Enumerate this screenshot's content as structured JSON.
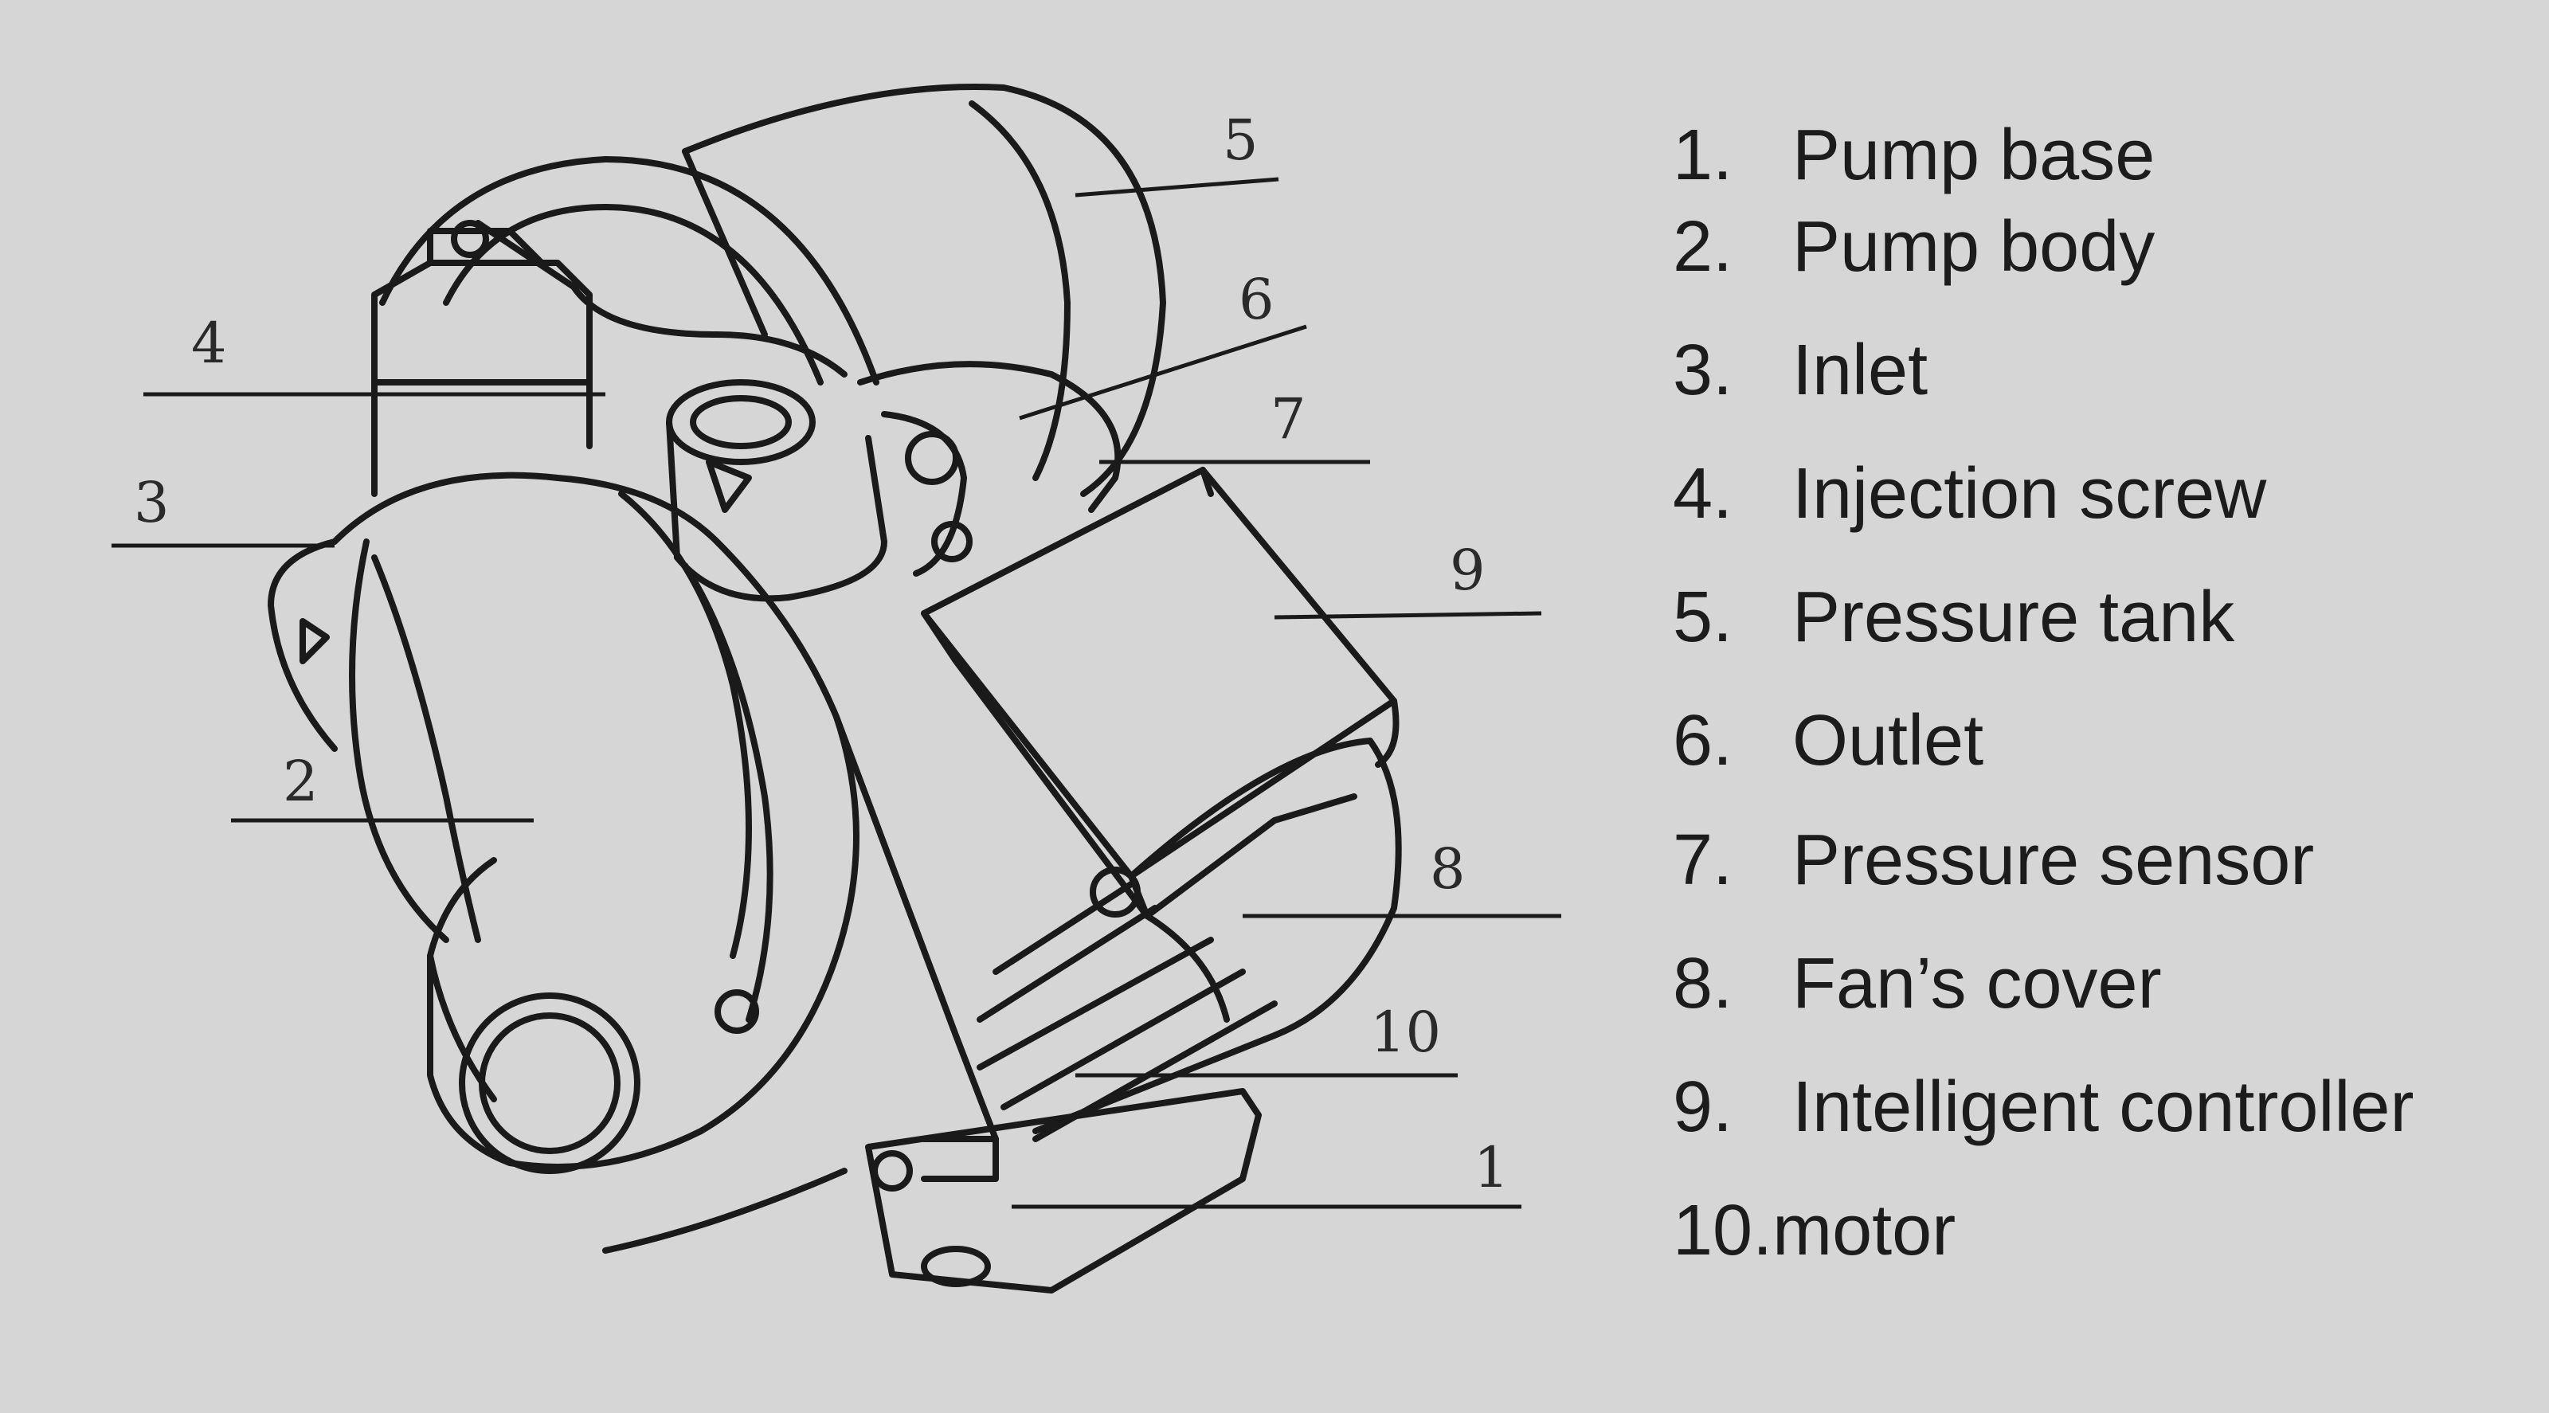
{
  "callouts": [
    "1",
    "2",
    "3",
    "4",
    "5",
    "6",
    "7",
    "8",
    "9",
    "10"
  ],
  "legend": [
    {
      "num": "1.",
      "label": "Pump base"
    },
    {
      "num": "2.",
      "label": "Pump body"
    },
    {
      "num": "3.",
      "label": "Inlet"
    },
    {
      "num": "4.",
      "label": "Injection screw"
    },
    {
      "num": "5.",
      "label": "Pressure tank"
    },
    {
      "num": "6.",
      "label": "Outlet"
    },
    {
      "num": "7.",
      "label": "Pressure sensor"
    },
    {
      "num": "8.",
      "label": "Fan’s cover"
    },
    {
      "num": "9.",
      "label": "Intelligent controller"
    },
    {
      "num": "10.",
      "label": "motor"
    }
  ],
  "colors": {
    "background": "#d6d6d6",
    "ink": "#1c1c1c"
  }
}
